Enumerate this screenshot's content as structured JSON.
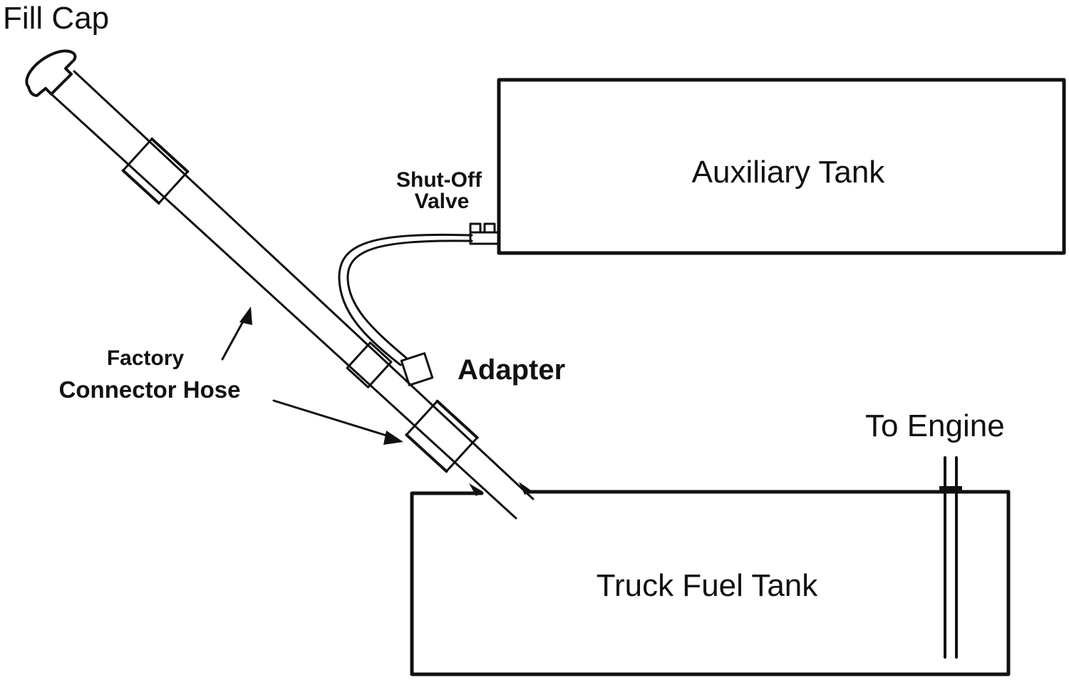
{
  "labels": {
    "fill_cap": "Fill Cap",
    "auxiliary_tank": "Auxiliary Tank",
    "shutoff_valve_line1": "Shut-Off",
    "shutoff_valve_line2": "Valve",
    "factory": "Factory",
    "connector_hose": "Connector Hose",
    "adapter": "Adapter",
    "to_engine": "To Engine",
    "truck_fuel_tank": "Truck Fuel Tank"
  },
  "colors": {
    "ink": "#111111",
    "background": "#ffffff"
  }
}
